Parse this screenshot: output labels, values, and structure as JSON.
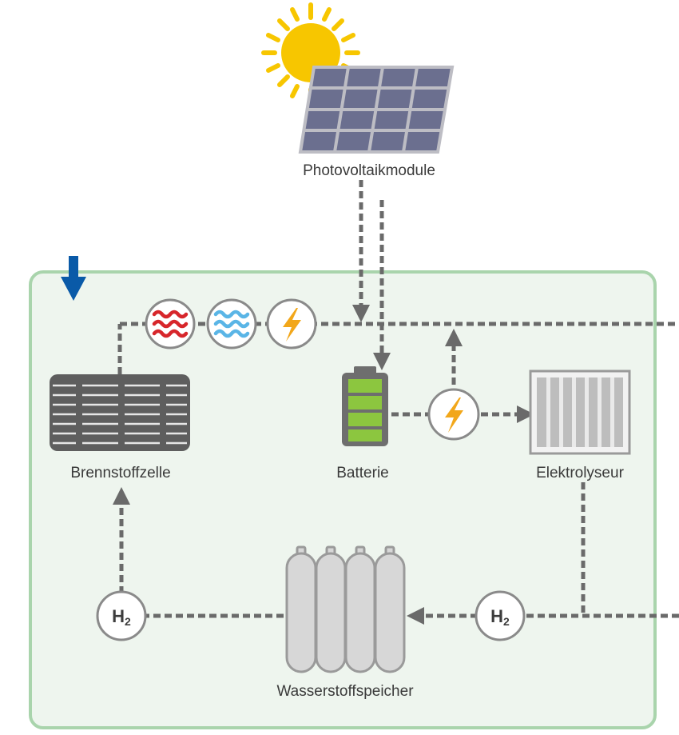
{
  "labels": {
    "pv": "Photovoltaikmodule",
    "fuel_cell": "Brennstoffzelle",
    "battery": "Batterie",
    "electrolyzer": "Elektrolyseur",
    "storage": "Wasserstoffspeicher"
  },
  "badges": {
    "h2_symbol": "H",
    "h2_subscript": "2"
  },
  "icons": {
    "sun": "sun-icon",
    "heat": "heat-waves-icon",
    "water": "water-waves-icon",
    "electricity": "lightning-icon",
    "inflow_arrow": "down-arrow-icon"
  },
  "colors": {
    "frame_fill": "#eef5ee",
    "frame_stroke": "#a9d4ac",
    "flow_line": "#6a6a6a",
    "sun": "#f7c600",
    "pv_panel": "#6b6f8f",
    "battery_charge": "#8cc63f",
    "heat_waves": "#d7262b",
    "water_waves": "#5ab5e6",
    "lightning": "#f2a71a",
    "inflow_arrow": "#0a5aa8",
    "tank": "#d7d7d7"
  }
}
